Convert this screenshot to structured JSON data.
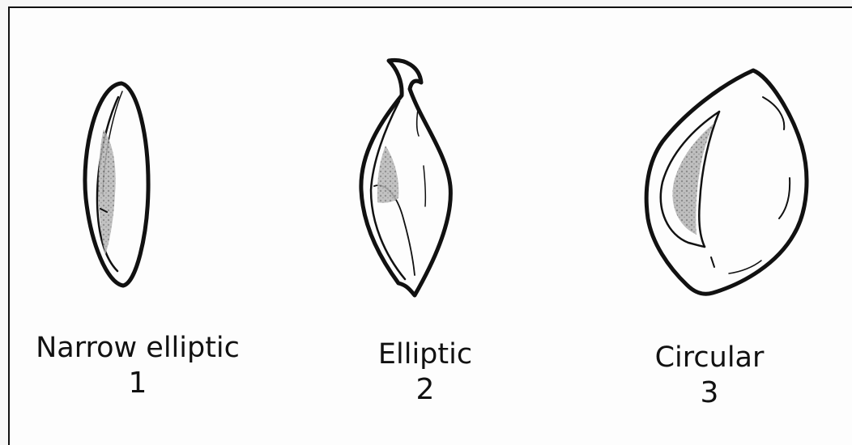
{
  "figures": [
    {
      "id": 1,
      "label": "Narrow elliptic",
      "number": "1"
    },
    {
      "id": 2,
      "label": "Elliptic",
      "number": "2"
    },
    {
      "id": 3,
      "label": "Circular",
      "number": "3"
    }
  ],
  "colors": {
    "ink": "#111111",
    "shading": "#9a9a9a",
    "background": "#fdfdfd"
  }
}
